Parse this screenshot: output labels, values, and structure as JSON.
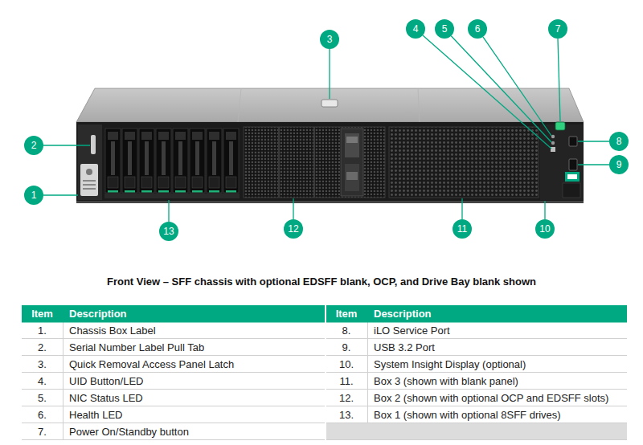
{
  "diagram": {
    "title": "Front View – SFF chassis with optional EDSFF blank, OCP, and Drive Bay blank shown",
    "labels": [
      "3",
      "2",
      "4",
      "5",
      "6",
      "7",
      "8",
      "9",
      "1",
      "13",
      "12",
      "11",
      "10",
      "Item",
      "Description",
      "Item",
      "Description",
      "1.",
      "Chassis Box Label",
      "8.",
      "iLO Service Port",
      "2.",
      "Serial Number Label Pull Tab",
      "9.",
      "USB 3.2 Port",
      "3.",
      "Quick Removal Access Panel Latch",
      "10.",
      "System Insight Display (optional)",
      "4.",
      "UID Button/LED",
      "11.",
      "Box 3 (shown with blank panel)",
      "5.",
      "NIC Status LED",
      "12.",
      "Box 2 (shown with optional OCP and EDSFF slots)",
      "6.",
      "Health LED",
      "13.",
      "Box 1 (shown with optional 8SFF drives)",
      "7.",
      "Power On/Standby button"
    ]
  }
}
